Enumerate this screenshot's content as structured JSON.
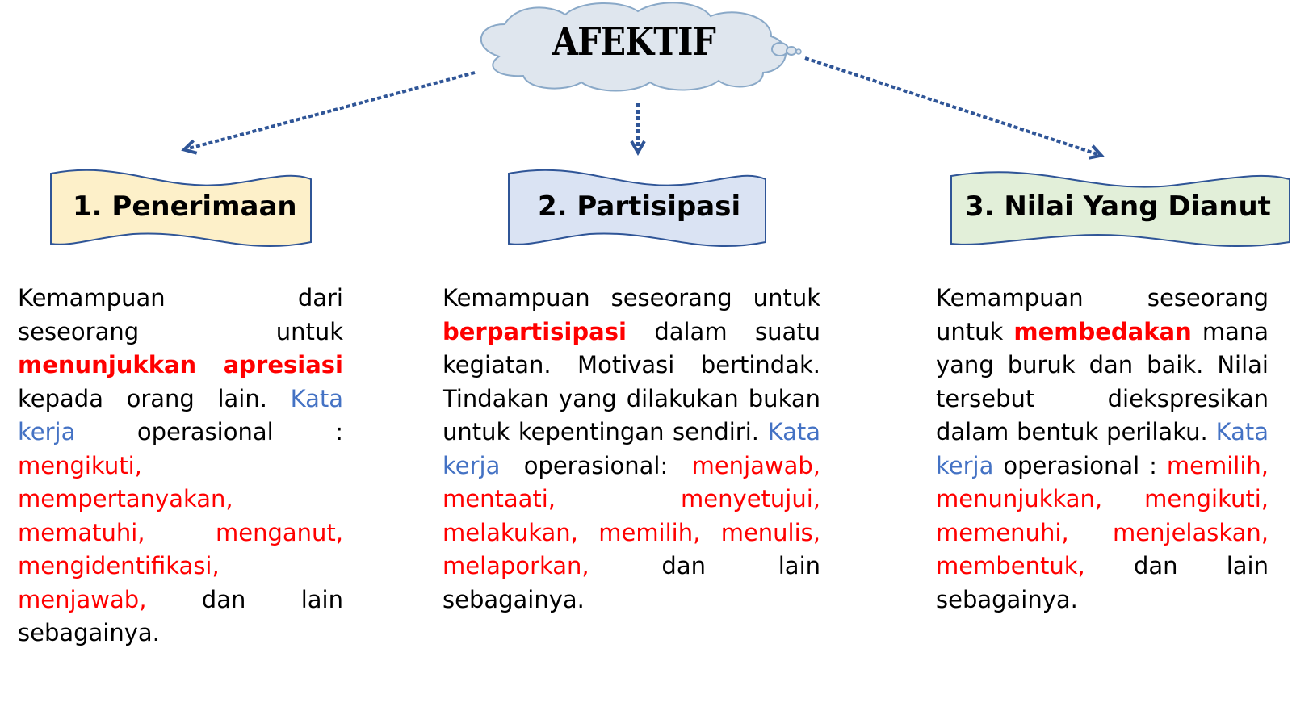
{
  "root": {
    "title": "AFEKTIF"
  },
  "colors": {
    "cloud_fill": "#dfe6ee",
    "cloud_stroke": "#8aa9c8",
    "arrow": "#2f5597",
    "highlight": "#ff0000",
    "keyword": "#4472c4"
  },
  "categories": [
    {
      "heading": "1. Penerimaan",
      "banner_color": "#fdf0c9",
      "desc": {
        "intro": "Kemampuan dari seseorang untuk",
        "highlight": "menunjukkan apresiasi",
        "rest": "kepada orang lain.",
        "keyword": "Kata kerja",
        "label": "operasional :",
        "verbs": "mengikuti, mempertanyakan, mematuhi, menganut, mengidentifikasi, menjawab,",
        "outro": "dan lain sebagainya."
      }
    },
    {
      "heading": "2. Partisipasi",
      "banner_color": "#dae3f3",
      "desc": {
        "intro": "Kemampuan seseorang untuk",
        "highlight": "berpartisipasi",
        "rest": "dalam suatu kegiatan. Motivasi bertindak. Tindakan yang dilakukan bukan untuk kepentingan sendiri.",
        "keyword": "Kata kerja",
        "label": "operasional:",
        "verbs": "menjawab, mentaati, menyetujui, melakukan, memilih, menulis, melaporkan,",
        "outro": "dan lain sebagainya."
      }
    },
    {
      "heading": "3. Nilai Yang Dianut",
      "banner_color": "#e2efd9",
      "desc": {
        "intro": "Kemampuan seseorang untuk",
        "highlight": "membedakan",
        "rest": "mana yang buruk dan baik. Nilai tersebut diekspresikan dalam bentuk perilaku.",
        "keyword": "Kata kerja",
        "label": "operasional :",
        "verbs": "memilih, menunjukkan, mengikuti, memenuhi, menjelaskan, membentuk,",
        "outro": "dan lain sebagainya."
      }
    }
  ]
}
